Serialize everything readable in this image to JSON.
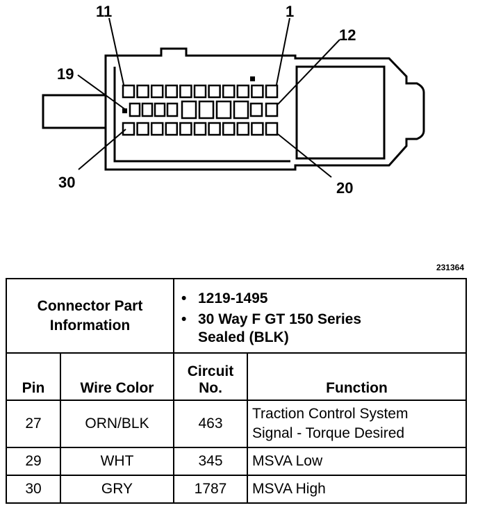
{
  "figure_id": "231364",
  "pin_labels": {
    "p11": "11",
    "p1": "1",
    "p12": "12",
    "p19": "19",
    "p30": "30",
    "p20": "20"
  },
  "connector_info": {
    "title_line1": "Connector Part",
    "title_line2": "Information",
    "items": [
      "1219-1495",
      "30 Way F GT 150 Series",
      "Sealed (BLK)"
    ]
  },
  "table": {
    "headers": {
      "pin": "Pin",
      "wire_color": "Wire Color",
      "circuit_line1": "Circuit",
      "circuit_line2": "No.",
      "function": "Function"
    },
    "rows": [
      {
        "pin": "27",
        "wire_color": "ORN/BLK",
        "circuit": "463",
        "function_line1": "Traction Control System",
        "function_line2": "Signal - Torque Desired"
      },
      {
        "pin": "29",
        "wire_color": "WHT",
        "circuit": "345",
        "function_line1": "MSVA Low",
        "function_line2": ""
      },
      {
        "pin": "30",
        "wire_color": "GRY",
        "circuit": "1787",
        "function_line1": "MSVA High",
        "function_line2": ""
      }
    ]
  }
}
